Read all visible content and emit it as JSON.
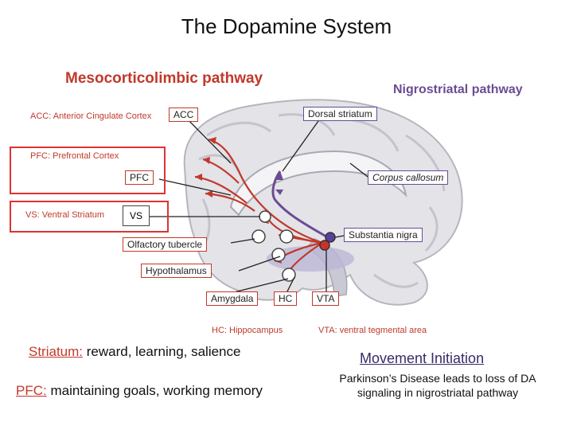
{
  "title": "The Dopamine System",
  "pathways": {
    "mesocorticolimbic": "Mesocorticolimbic pathway",
    "nigrostriatal": "Nigrostriatal pathway"
  },
  "labels": {
    "acc_full": "ACC: Anterior Cingulate Cortex",
    "acc": "ACC",
    "pfc_full": "PFC: Prefrontal Cortex",
    "pfc": "PFC",
    "vs_full": "VS: Ventral Striatum",
    "vs": "VS",
    "dorsal_striatum": "Dorsal striatum",
    "corpus_callosum": "Corpus callosum",
    "substantia_nigra": "Substantia nigra",
    "olfactory_tubercle": "Olfactory tubercle",
    "hypothalamus": "Hypothalamus",
    "amygdala": "Amygdala",
    "hc": "HC",
    "vta": "VTA",
    "hc_full": "HC: Hippocampus",
    "vta_full": "VTA: ventral tegmental area"
  },
  "notes": {
    "striatum_term": "Striatum:",
    "striatum_text": " reward, learning, salience",
    "pfc_term": "PFC:",
    "pfc_text": " maintaining goals, working memory",
    "movement": "Movement Initiation",
    "parkinson_line1": "Parkinson’s Disease leads to loss of DA",
    "parkinson_line2": "signaling in nigrostriatal pathway"
  },
  "colors": {
    "meso": "#c0392b",
    "nigro": "#6a4c93",
    "brain": "#d9d9de"
  }
}
